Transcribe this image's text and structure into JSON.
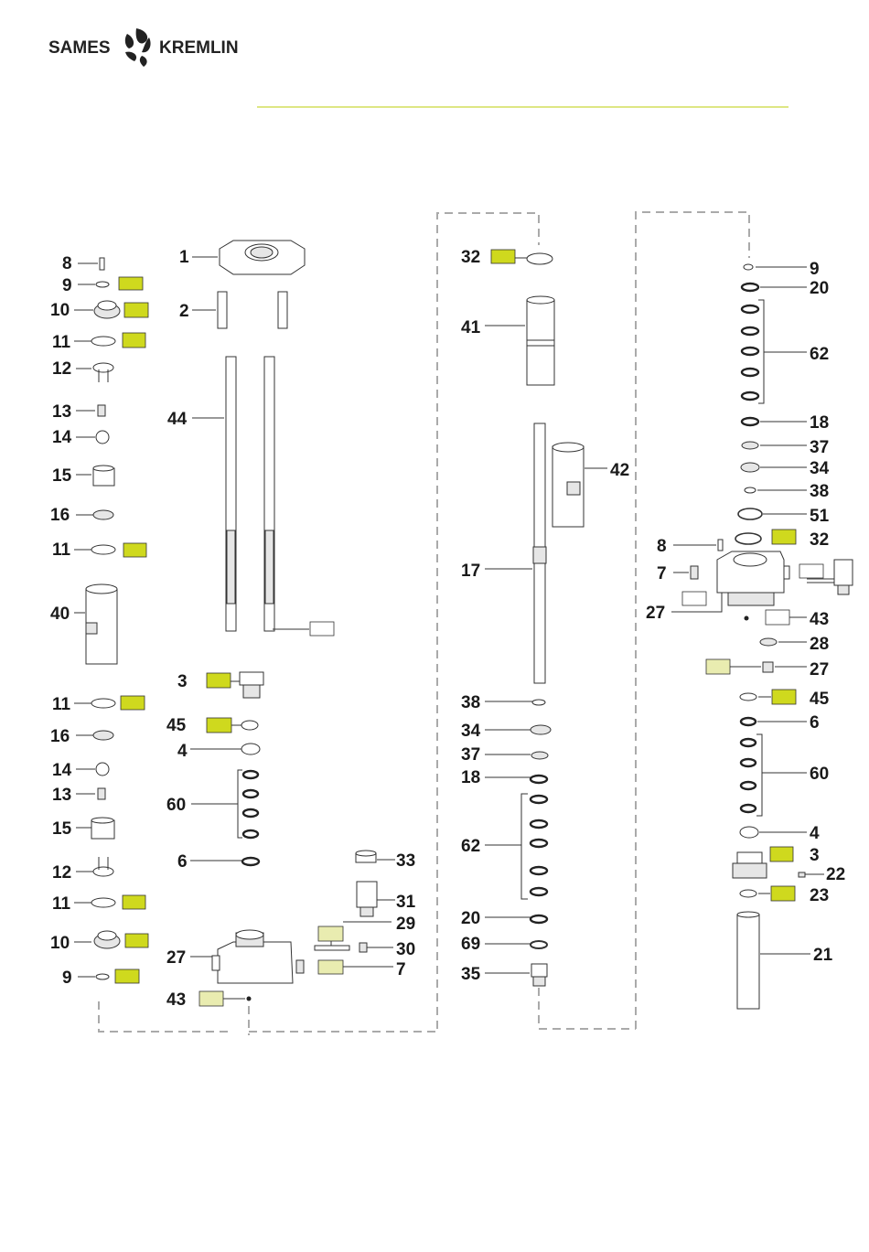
{
  "header": {
    "brand_left": "SAMES",
    "brand_right": "KREMLIN",
    "accent_color": "#cfd91e",
    "rule_color": "#c9d63a"
  },
  "callouts": {
    "c1": "1",
    "c2": "2",
    "c3": "3",
    "c4": "4",
    "c6": "6",
    "c7": "7",
    "c8": "8",
    "c9": "9",
    "c10": "10",
    "c11": "11",
    "c12": "12",
    "c13": "13",
    "c14": "14",
    "c15": "15",
    "c16": "16",
    "c17": "17",
    "c18": "18",
    "c20": "20",
    "c21": "21",
    "c22": "22",
    "c23": "23",
    "c27": "27",
    "c28": "28",
    "c29": "29",
    "c30": "30",
    "c31": "31",
    "c32": "32",
    "c33": "33",
    "c34": "34",
    "c35": "35",
    "c37": "37",
    "c38": "38",
    "c40": "40",
    "c41": "41",
    "c42": "42",
    "c43": "43",
    "c44": "44",
    "c45": "45",
    "c51": "51",
    "c60": "60",
    "c62": "62",
    "c69": "69"
  }
}
